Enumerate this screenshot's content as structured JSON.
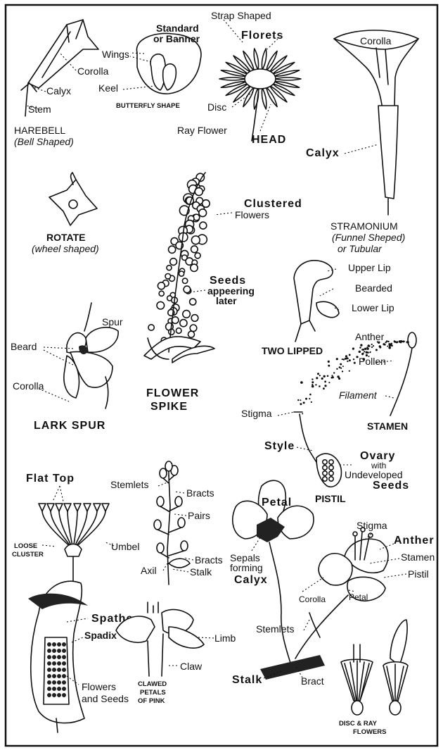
{
  "labels": {
    "harebell": {
      "title": "HAREBELL",
      "subtitle": "(Bell Shaped)",
      "corolla": "Corolla",
      "calyx": "Calyx",
      "stem": "Stem"
    },
    "butterfly": {
      "standard_line1": "Standard",
      "standard_line2": "or Banner",
      "wings": "Wings",
      "keel": "Keel",
      "title": "BUTTERFLY SHAPE"
    },
    "head": {
      "strap_shaped": "Strap Shaped",
      "florets": "Florets",
      "disc": "Disc",
      "ray_flower": "Ray Flower",
      "title": "HEAD"
    },
    "stramonium": {
      "corolla": "Corolla",
      "calyx": "Calyx",
      "title": "STRAMONIUM",
      "sub1": "(Funnel Sheped)",
      "sub2": "or Tubular"
    },
    "rotate": {
      "title": "ROTATE",
      "subtitle": "(wheel shaped)"
    },
    "spike": {
      "clustered1": "Clustered",
      "clustered2": "Flowers",
      "seeds1": "Seeds",
      "seeds2": "appeering",
      "seeds3": "later",
      "title1": "FLOWER",
      "title2": "SPIKE"
    },
    "two_lipped": {
      "upper_lip": "Upper Lip",
      "bearded": "Bearded",
      "lower_lip": "Lower Lip",
      "title": "TWO LIPPED"
    },
    "larkspur": {
      "spur": "Spur",
      "beard": "Beard",
      "corolla": "Corolla",
      "title": "LARK SPUR"
    },
    "stamen": {
      "anther": "Anther",
      "pollen": "Pollen",
      "filament": "Filament",
      "title": "STAMEN"
    },
    "pistil": {
      "stigma": "Stigma",
      "style": "Style",
      "ovary1": "Ovary",
      "ovary2": "with",
      "ovary3": "Undeveloped",
      "ovary4": "Seeds",
      "title": "PISTIL"
    },
    "umbel": {
      "flat_top": "Flat Top",
      "loose1": "LOOSE",
      "loose2": "CLUSTER",
      "umbel": "Umbel"
    },
    "raceme": {
      "stemlets": "Stemlets",
      "bracts_top": "Bracts",
      "pairs": "Pairs",
      "bracts_low": "Bracts",
      "axil": "Axil",
      "stalk": "Stalk"
    },
    "flower_parts": {
      "petal_top": "Petal",
      "sepals1": "Sepals",
      "sepals2": "forming",
      "sepals3": "Calyx",
      "stigma": "Stigma",
      "anther": "Anther",
      "stamen": "Stamen",
      "pistil": "Pistil",
      "corolla": "Corolla",
      "petal": "Petal",
      "stemlets": "Stemlets",
      "stalk": "Stalk",
      "bract": "Bract"
    },
    "jack": {
      "spathe": "Spathe",
      "spadix": "Spadix",
      "flowers1": "Flowers",
      "flowers2": "and Seeds"
    },
    "pink": {
      "limb": "Limb",
      "claw": "Claw",
      "title1": "CLAWED",
      "title2": "PETALS",
      "title3": "OF PINK"
    },
    "disc_ray": {
      "title1": "DISC & RAY",
      "title2": "FLOWERS"
    }
  }
}
